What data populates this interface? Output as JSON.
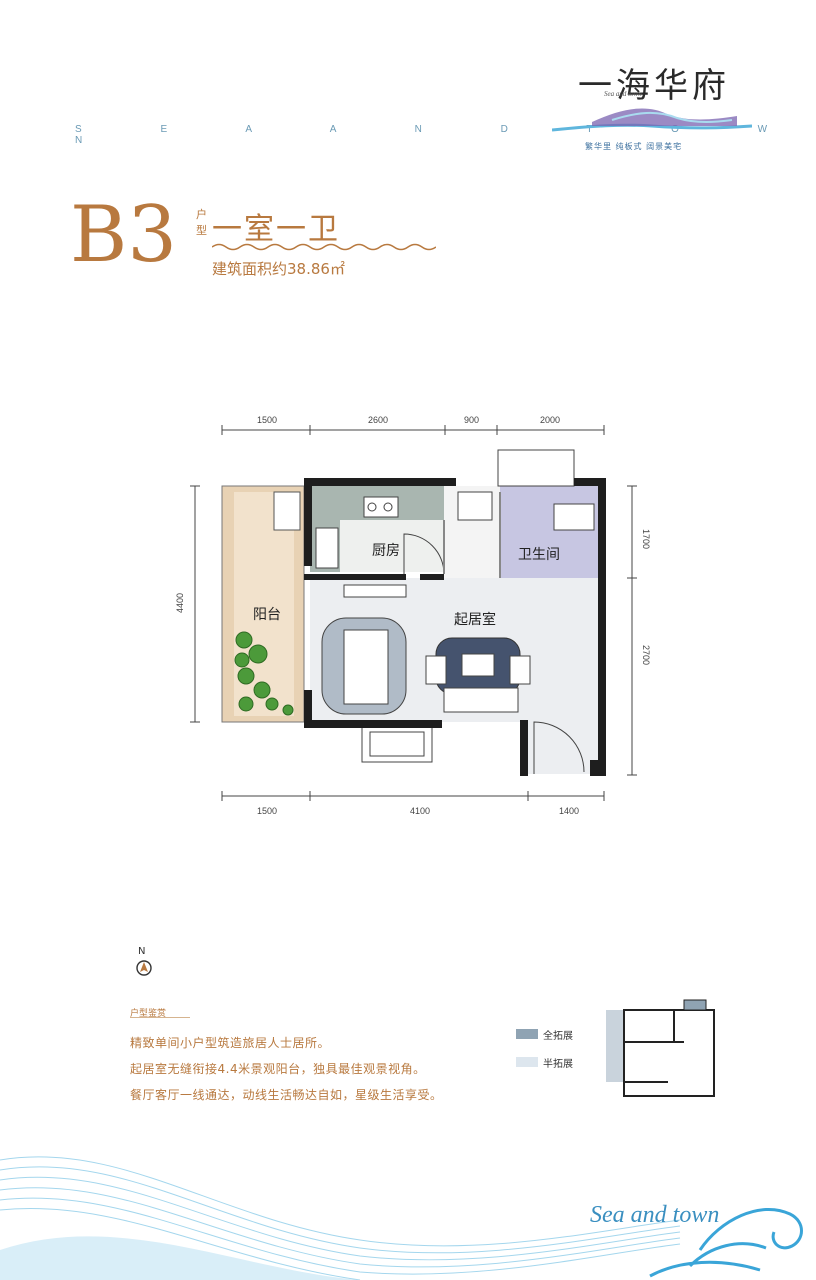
{
  "header": {
    "tagline": "S E A A N D T O W N",
    "brand_cn": "一海华府",
    "brand_en": "Sea and town",
    "brand_sub": "繁华里  纯板式  阔景美宅"
  },
  "unit": {
    "code": "B3",
    "type_label_1": "户",
    "type_label_2": "型",
    "name": "一室一卫",
    "area": "建筑面积约38.86㎡"
  },
  "plan": {
    "dims_top": [
      "1500",
      "2600",
      "900",
      "2000"
    ],
    "dims_bottom": [
      "1500",
      "4100",
      "1400"
    ],
    "dims_left": [
      "4400"
    ],
    "dims_right": [
      "1700",
      "2700"
    ],
    "rooms": {
      "balcony": "阳台",
      "kitchen": "厨房",
      "bathroom": "卫生间",
      "living": "起居室"
    }
  },
  "compass": {
    "label": "N"
  },
  "description": {
    "title": "户型鉴赏",
    "lines": [
      "精致单间小户型筑造旅居人士居所。",
      "起居室无缝衔接4.4米景观阳台，独具最佳观景视角。",
      "餐厅客厅一线通达，动线生活畅达自如，星级生活享受。"
    ]
  },
  "legend": {
    "full": {
      "label": "全拓展",
      "color": "#8fa3b3"
    },
    "half": {
      "label": "半拓展",
      "color": "#dde6ee"
    }
  },
  "footer": {
    "script": "Sea and town"
  },
  "colors": {
    "accent": "#b8793f",
    "wall": "#1e1e1e",
    "wave": "#7ec6e6"
  }
}
